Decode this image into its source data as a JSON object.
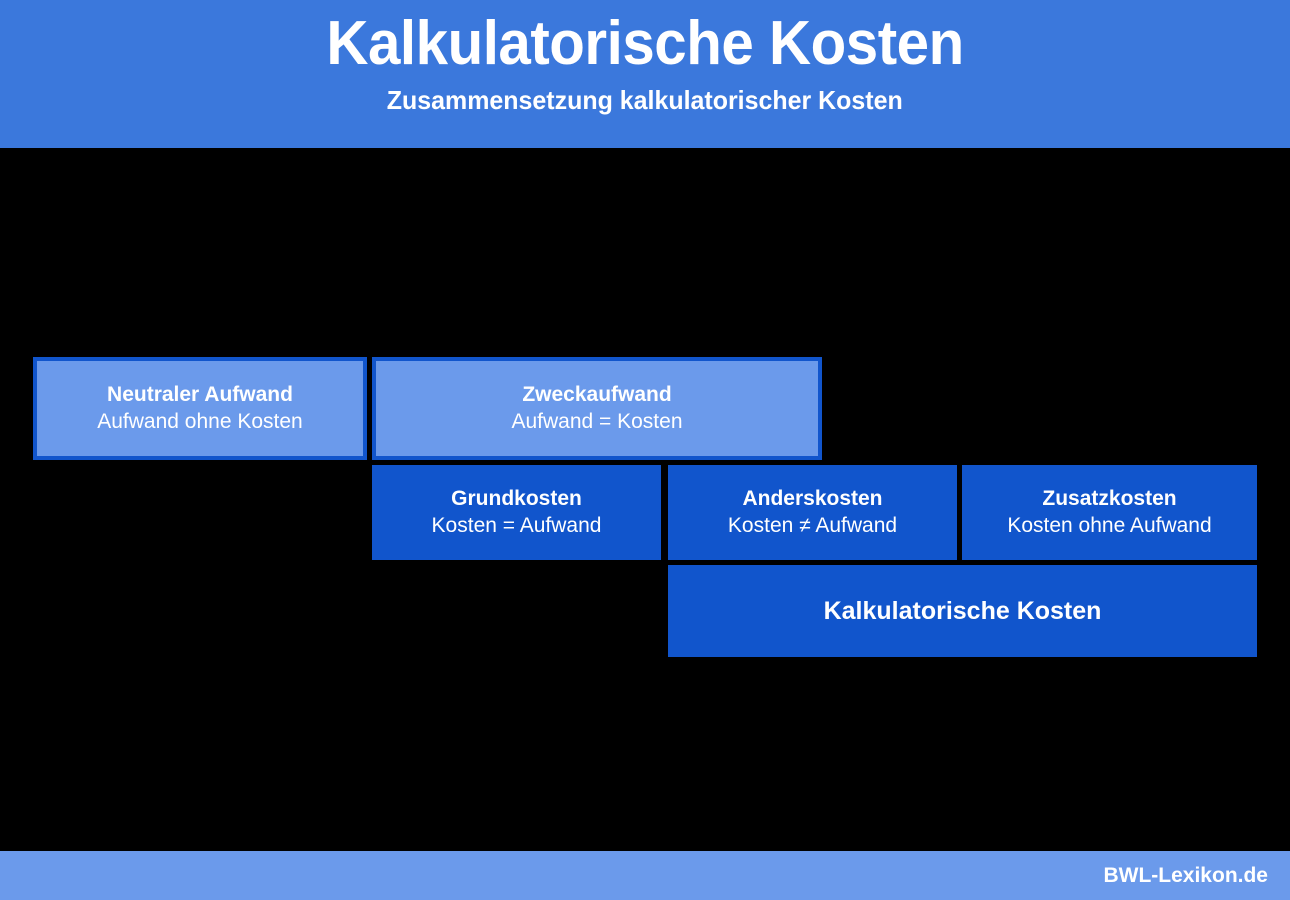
{
  "header": {
    "title": "Kalkulatorische Kosten",
    "subtitle": "Zusammensetzung kalkulatorischer Kosten",
    "background_color": "#3b78dc",
    "text_color": "#ffffff"
  },
  "diagram": {
    "background_color": "#000000",
    "palette": {
      "light_fill": "#6b9aeb",
      "light_border": "#1155cc",
      "dark_fill": "#1155cc",
      "label_color": "#ffffff"
    },
    "rows": [
      {
        "row_name": "aufwand-row",
        "nodes": [
          {
            "key": "neutraler-aufwand",
            "title": "Neutraler Aufwand",
            "subtitle": "Aufwand ohne Kosten",
            "style": "light"
          },
          {
            "key": "zweckaufwand",
            "title": "Zweckaufwand",
            "subtitle": "Aufwand = Kosten",
            "style": "light"
          }
        ]
      },
      {
        "row_name": "kosten-row",
        "nodes": [
          {
            "key": "grundkosten",
            "title": "Grundkosten",
            "subtitle": "Kosten = Aufwand",
            "style": "dark"
          },
          {
            "key": "anderskosten",
            "title": "Anderskosten",
            "subtitle": "Kosten ≠ Aufwand",
            "style": "dark"
          },
          {
            "key": "zusatzkosten",
            "title": "Zusatzkosten",
            "subtitle": "Kosten ohne Aufwand",
            "style": "dark"
          }
        ]
      },
      {
        "row_name": "summary-row",
        "nodes": [
          {
            "key": "kalkulatorische-kosten",
            "title": "Kalkulatorische Kosten",
            "subtitle": "",
            "style": "dark"
          }
        ]
      }
    ]
  },
  "footer": {
    "brand": "BWL-Lexikon.de",
    "background_color": "#6b9aeb",
    "text_color": "#ffffff"
  }
}
